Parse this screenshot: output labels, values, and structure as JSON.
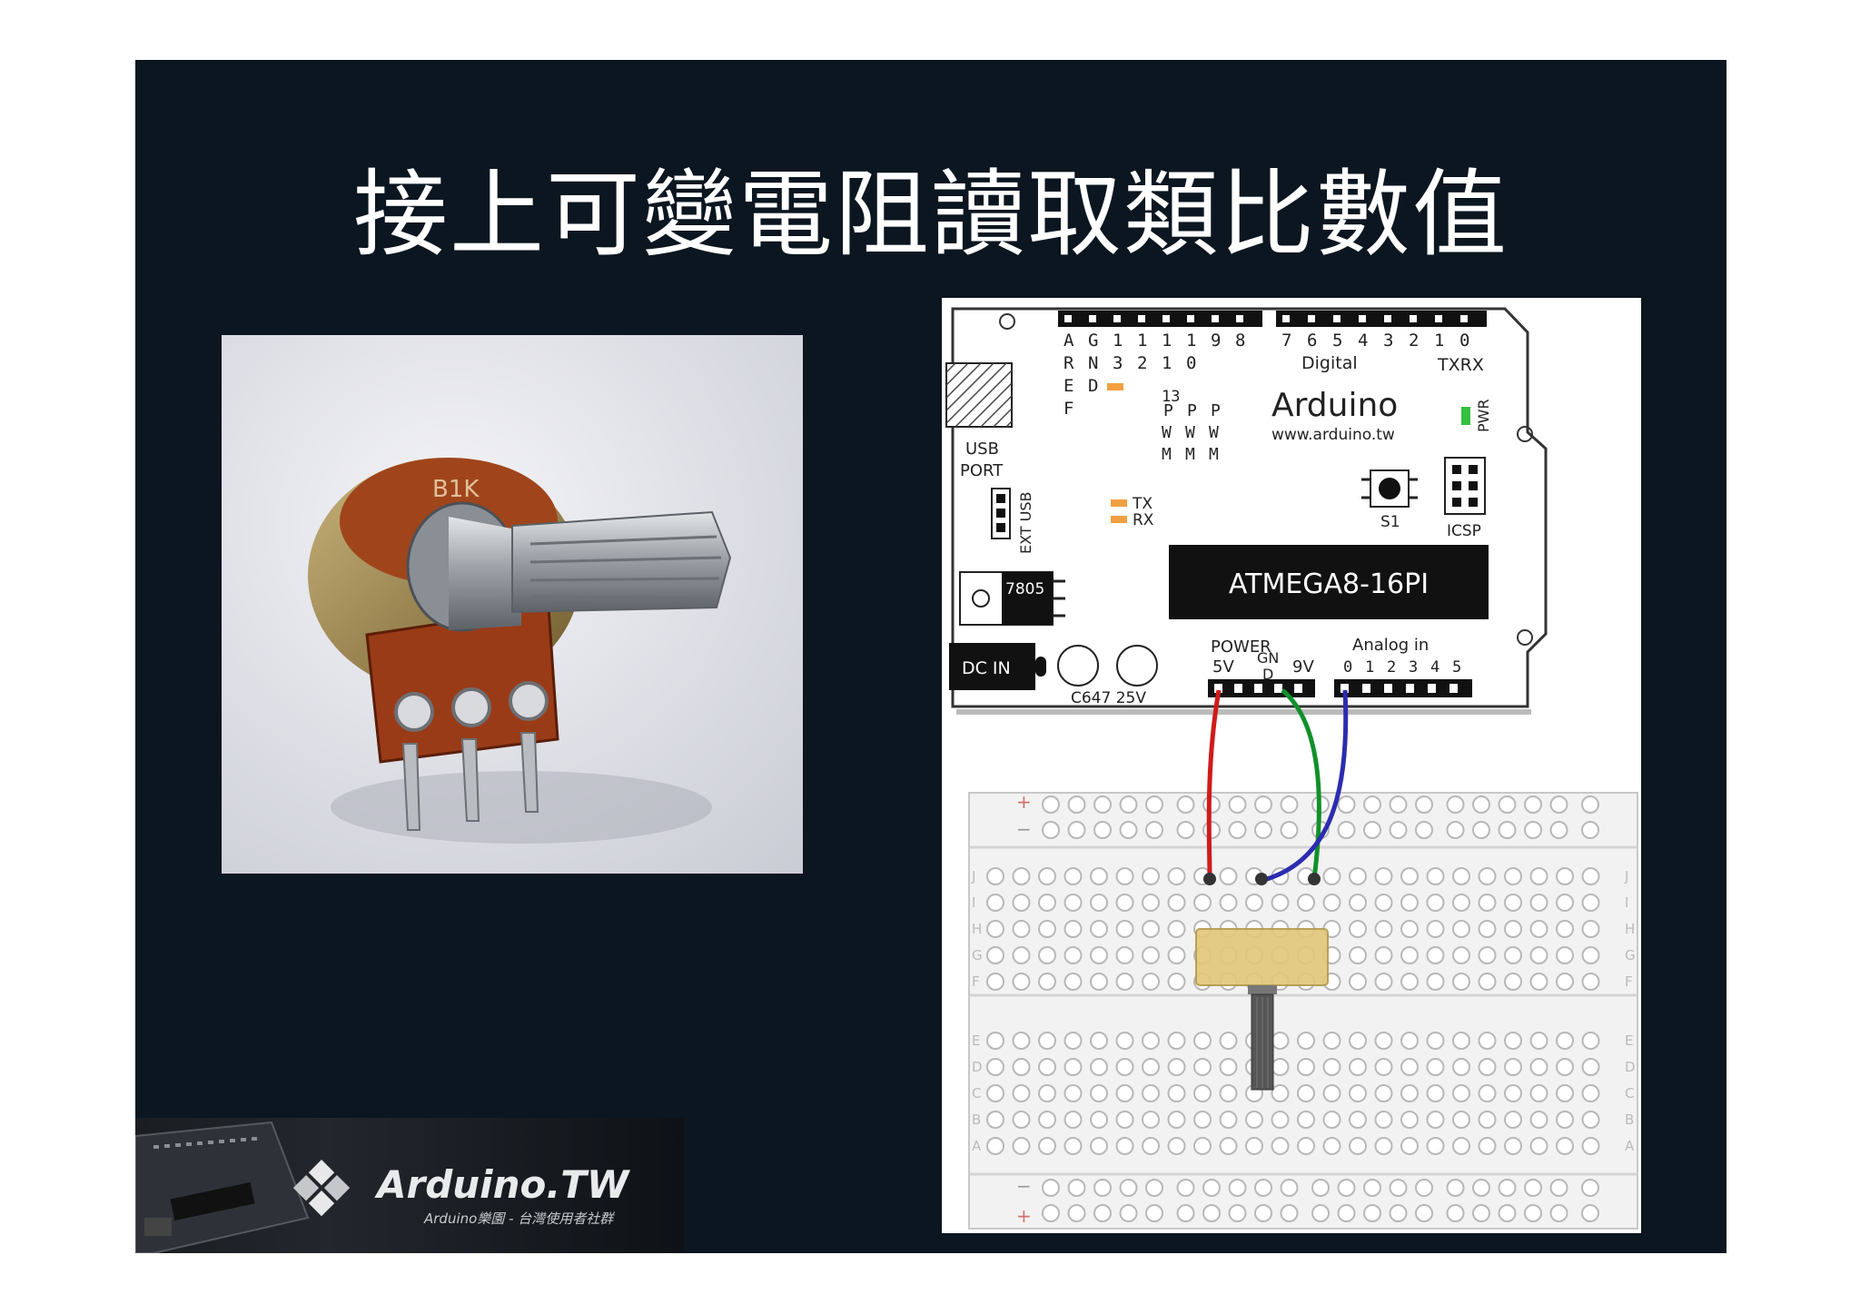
{
  "slide": {
    "title": "接上可變電阻讀取類比數值"
  },
  "photo": {
    "pot_marking": "B1K"
  },
  "board": {
    "brand": "Arduino",
    "url": "www.arduino.tw",
    "top_header_left": [
      "A",
      "G",
      "1",
      "1",
      "1",
      "1",
      "9",
      "8"
    ],
    "top_header_left_row2": [
      "R",
      "N",
      "3",
      "2",
      "1",
      "0"
    ],
    "aref_row3": "E",
    "aref_row4": "F",
    "gnd_row3": "D",
    "pin13": "13",
    "top_header_right": [
      "7",
      "6",
      "5",
      "4",
      "3",
      "2",
      "1",
      "0"
    ],
    "digital": "Digital",
    "txrx": "TXRX",
    "pwm_p": [
      "P",
      "P",
      "P"
    ],
    "pwm_w": [
      "W",
      "W",
      "W"
    ],
    "pwm_m": [
      "M",
      "M",
      "M"
    ],
    "pwr": "PWR",
    "usb_line1": "USB",
    "usb_line2": "PORT",
    "ext_usb": "EXT USB",
    "tx": "TX",
    "rx": "RX",
    "s1": "S1",
    "icsp": "ICSP",
    "chip": "ATMEGA8-16PI",
    "regulator": "7805",
    "dc_in": "DC IN",
    "cap": "C647 25V",
    "power": "POWER",
    "p5v": "5V",
    "gn": "GN",
    "d": "D",
    "p9v": "9V",
    "analog_in": "Analog in",
    "analog_pins": [
      "0",
      "1",
      "2",
      "3",
      "4",
      "5"
    ]
  },
  "breadboard": {
    "rows_top": [
      "J",
      "I",
      "H",
      "G",
      "F"
    ],
    "rows_bottom": [
      "E",
      "D",
      "C",
      "B",
      "A"
    ],
    "plus": "+",
    "minus": "−"
  },
  "wires": {
    "red": "#d11a1a",
    "green": "#11902a",
    "blue": "#2c2cb0"
  },
  "logo": {
    "name": "Arduino.TW",
    "tagline": "Arduino樂園 - 台灣使用者社群"
  }
}
